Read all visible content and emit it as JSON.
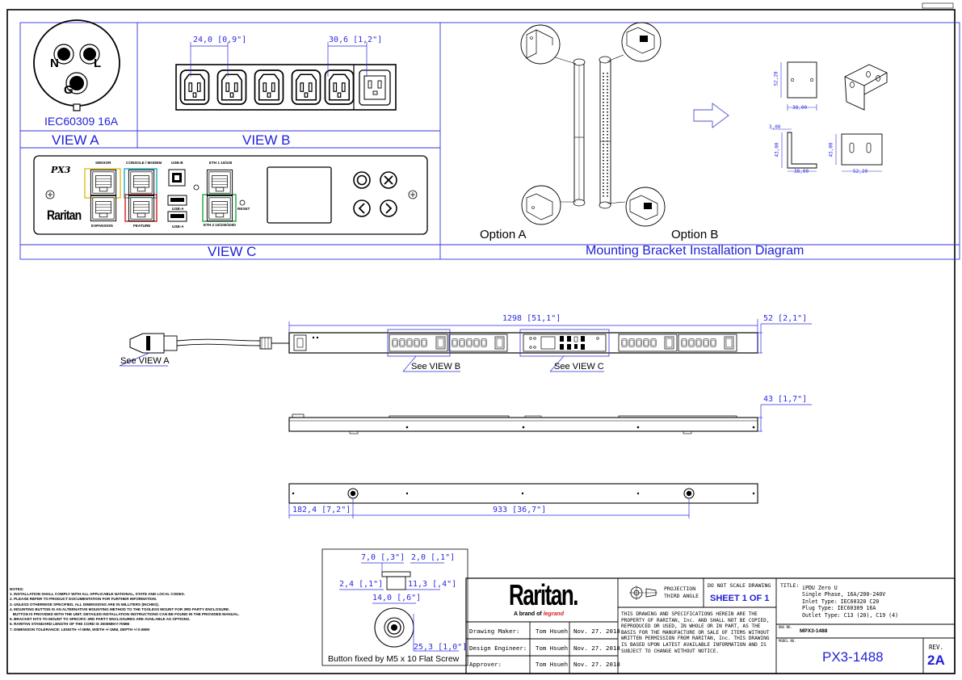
{
  "views": {
    "plug_label": "IEC60309 16A",
    "plug_pins": [
      "N",
      "L",
      "G"
    ],
    "view_a": "VIEW A",
    "view_b": "VIEW B",
    "view_c": "VIEW C",
    "dim_b1": "24,0 [0,9\"]",
    "dim_b2": "30,6 [1,2\"]"
  },
  "controller": {
    "brand_mark": "PX3",
    "brand": "Raritan",
    "sensor": "SENSOR",
    "console": "CONSOLE / MODEM",
    "usb_b": "USB-B",
    "eth1": "ETH 1 10/100",
    "expansion": "EXPANSION",
    "feature": "FEATURE",
    "usb_a1": "USB-A",
    "usb_a2": "USB-A",
    "reset": "RESET",
    "eth2": "ETH 2 10/100/1000"
  },
  "mounting": {
    "option_a": "Option A",
    "option_b": "Option B",
    "title": "Mounting Bracket Installation Diagram",
    "dim_h1": "52,20",
    "dim_w1": "38,00",
    "dim_t": "3,00",
    "dim_h2": "43,00",
    "dim_w2": "38,00",
    "dim_h3": "43,00",
    "dim_w3": "52,20"
  },
  "pdu": {
    "length": "1298 [51,1\"]",
    "width": "52 [2,1\"]",
    "depth": "43 [1,7\"]",
    "hole_offset": "182,4 [7,2\"]",
    "hole_spacing": "933 [36,7\"]",
    "see_a": "See VIEW A",
    "see_b": "See VIEW B",
    "see_c": "See VIEW C"
  },
  "button": {
    "d1": "7,0 [,3\"]",
    "d2": "2,0 [,1\"]",
    "d3": "2,4 [,1\"]",
    "d4": "11,3 [,4\"]",
    "d5": "14,0 [,6\"]",
    "d6": "25,3 [1,0\"]",
    "caption": "Button fixed by M5 x 10 Flat Screw"
  },
  "notes": {
    "title": "NOTES:",
    "items": [
      "1. INSTALLATION SHALL COMPLY WITH ALL APPLICABLE NATIONAL, STATE AND LOCAL CODES.",
      "2. PLEASE REFER TO PRODUCT DOCUMENTATION FOR FURTHER INFORMATION.",
      "3. UNLESS OTHERWISE SPECIFIED, ALL DIMENSIONS ARE IN MILLITERS (INCHES).",
      "4. MOUNTING BUTTON IS AN ALTERNATIVE MOUNTING METHOD TO THE TOOLESS MOUNT FOR 3RD PARTY ENCLOSURE.",
      "   BUTTON IS PROVIDED WITH THE UNIT. DETAILED INSTALLATION INSTRUCTIONS CAN BE FOUND IN THE PROVIDED MANUAL.",
      "5. BRACKET KITS TO MOUNT TO SPECIFIC 3RD PARTY ENCLOSURES ARE AVAILABLE AS OPTIONS.",
      "6. RARITAN STANDARD LENGTH OF THE CORD IS 3000MM+/-70MM",
      "7. DIMENSION TOLERANCE: LENGTH +/-3MM, WIDTH +/-1MM, DEPTH +/-0.5MM"
    ]
  },
  "title_block": {
    "logo": "Raritan.",
    "tagline": "A brand of",
    "tagline_brand": "legrand",
    "rows": [
      {
        "role": "Drawing Maker:",
        "name": "Tom Hsueh",
        "date": "Nov. 27. 2018"
      },
      {
        "role": "Design Engineer:",
        "name": "Tom Hsueh",
        "date": "Nov. 27. 2018"
      },
      {
        "role": "Approver:",
        "name": "Tom Hsueh",
        "date": "Nov. 27. 2018"
      }
    ],
    "projection": "PROJECTION",
    "third_angle": "THIRD ANGLE",
    "no_scale": "DO NOT SCALE DRAWING",
    "sheet": "SHEET 1 OF 1",
    "disclaimer": "THIS DRAWING AND SPECIFICATIONS HEREIN ARE THE PROPERTY OF RARITAN, Inc. AND SHALL NOT BE COPIED, REPRODUCED OR USED, IN WHOLE OR IN PART, AS THE BASIS FOR THE MANUFACTURE OR SALE OF ITEMS WITHOUT WRITTEN PERMISSION FROM RARITAN, Inc. THIS DRAWING IS BASED UPON LATEST AVAILABLE INFORMATION AND IS SUBJECT TO CHANGE WITHOUT NOTICE.",
    "title_label": "TITLE:",
    "title_lines": [
      "iPDU Zero U",
      "Single Phase, 16A/200-240V",
      "Inlet Type: IEC60320 C20",
      "Plug Type: IEC60309 16A",
      "Outlet Type: C13 (20), C19 (4)"
    ],
    "dwg_label": "DWG NO.",
    "dwg_no": "MPX3-1488",
    "model_label": "MODEL NO.",
    "model_no": "PX3-1488",
    "rev_label": "REV.",
    "rev": "2A"
  }
}
